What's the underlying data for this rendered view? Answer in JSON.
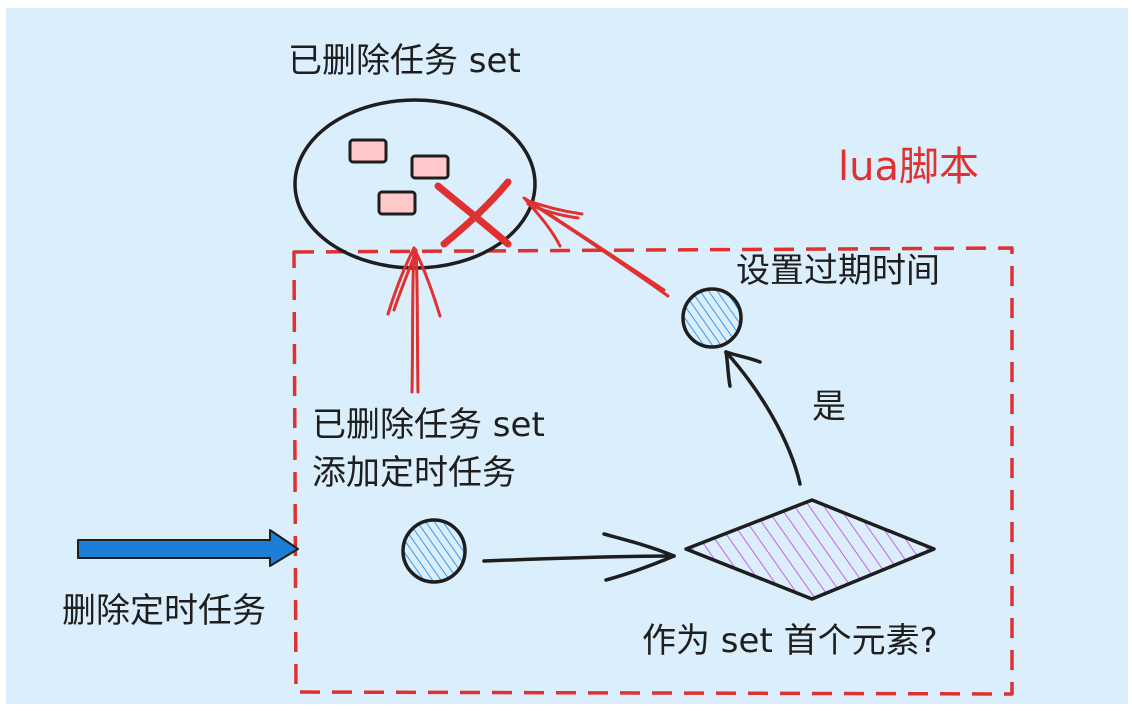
{
  "labels": {
    "deleted_set_title": "已删除任务 set",
    "lua_script": "lua脚本",
    "set_expire": "设置过期时间",
    "yes": "是",
    "add_line1": "已删除任务 set",
    "add_line2": "添加定时任务",
    "delete_task": "删除定时任务",
    "first_element": "作为 set 首个元素?"
  },
  "colors": {
    "background": "#dbeefc",
    "ink": "#1e1e1e",
    "red": "#e03131",
    "blue_arrow": "#1c7ed6",
    "blue_hatch": "#339af0",
    "pink_box": "#ffc9c9",
    "diamond_hatch": "#cc5de8"
  },
  "icons": {
    "cross_mark": "red-x-icon"
  }
}
